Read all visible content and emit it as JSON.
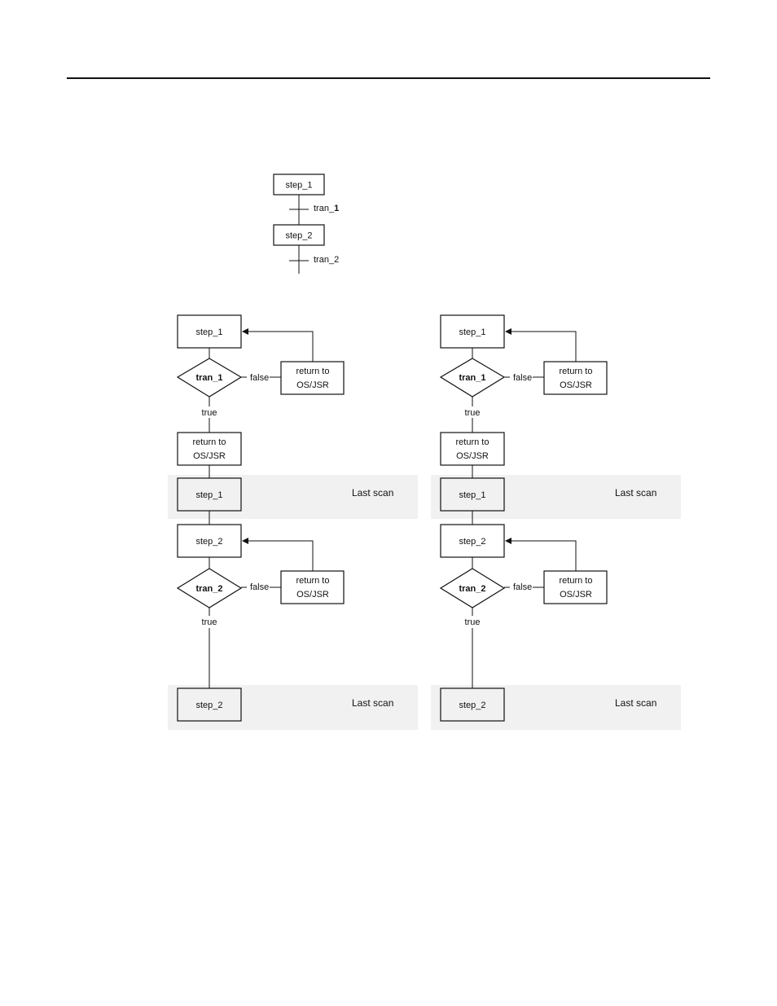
{
  "sfc": {
    "step_1": "step_1",
    "step_2": "step_2",
    "tran_1_prefix": "tran_",
    "tran_1_suffix": "1",
    "tran_2": "tran_2"
  },
  "flowcharts": [
    {
      "step_1": "step_1",
      "tran_1": "tran_1",
      "false_1": "false",
      "return_1_line1": "return to",
      "return_1_line2": "OS/JSR",
      "true_1": "true",
      "return_2_line1": "return to",
      "return_2_line2": "OS/JSR",
      "last_scan_step_1": "step_1",
      "last_scan_1": "Last scan",
      "step_2": "step_2",
      "tran_2": "tran_2",
      "false_2": "false",
      "return_3_line1": "return to",
      "return_3_line2": "OS/JSR",
      "true_2": "true",
      "last_scan_step_2": "step_2",
      "last_scan_2": "Last scan"
    },
    {
      "step_1": "step_1",
      "tran_1": "tran_1",
      "false_1": "false",
      "return_1_line1": "return to",
      "return_1_line2": "OS/JSR",
      "true_1": "true",
      "return_2_line1": "return to",
      "return_2_line2": "OS/JSR",
      "last_scan_step_1": "step_1",
      "last_scan_1": "Last scan",
      "step_2": "step_2",
      "tran_2": "tran_2",
      "false_2": "false",
      "return_3_line1": "return to",
      "return_3_line2": "OS/JSR",
      "true_2": "true",
      "last_scan_step_2": "step_2",
      "last_scan_2": "Last scan"
    }
  ]
}
